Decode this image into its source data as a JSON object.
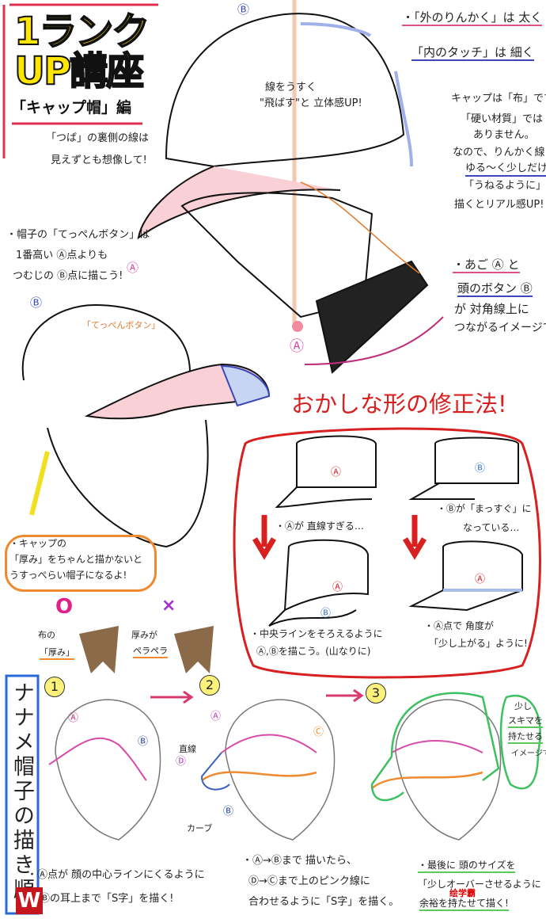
{
  "title": {
    "line1": "1ランク",
    "line2": "UP講座",
    "subtitle": "「キャップ帽」編"
  },
  "top_notes": {
    "outer": "・「外のりんかく」は 太く",
    "inner": "「内のタッチ」は 細く",
    "thin1": "線をうすく",
    "thin2": "\"飛ばす\"と 立体感UP!",
    "cloth1": "キャップは「布」です。",
    "cloth2": "「硬い材質」では",
    "cloth3": "ありません。",
    "cloth4": "なので、りんかく線は",
    "cloth5": "ゆる〜く少しだけ",
    "cloth6": "「うねるように」",
    "cloth7": "描くとリアル感UP!",
    "brim1": "「つば」の裏側の線は",
    "brim2": "見えずとも想像して!",
    "b_label": "Ⓑ"
  },
  "button_notes": {
    "l1": "・帽子の「てっぺんボタン」は",
    "l2": "1番高い Ⓐ点よりも",
    "l3": "つむじの Ⓑ点に描こう!",
    "a": "Ⓐ",
    "b": "Ⓑ",
    "tag": "「てっぺんボタン」"
  },
  "chin_notes": {
    "l1": "・あご Ⓐ と",
    "l2": "頭のボタン Ⓑ",
    "l3": "が 対角線上に",
    "l4": "つながるイメージで。",
    "a": "Ⓐ"
  },
  "fix": {
    "title": "おかしな形の修正法!",
    "bad_a": "・Ⓐが 直線すぎる…",
    "bad_b1": "・Ⓑが「まっすぐ」に",
    "bad_b2": "なっている…",
    "good_a1": "・中央ラインをそろえるように",
    "good_a2": "Ⓐ,Ⓑを描こう。(山なりに)",
    "good_b1": "・Ⓐ点で 角度が",
    "good_b2": "「少し上がる」ように!",
    "a": "Ⓐ",
    "b": "Ⓑ"
  },
  "thickness": {
    "l1": "・キャップの",
    "l2": "「厚み」をちゃんと描かないと",
    "l3": "うすっぺらい帽子になるよ!",
    "good": "O",
    "bad": "×",
    "good1": "布の",
    "good2": "「厚み」",
    "bad1": "厚みが",
    "bad2": "ペラペラ"
  },
  "steps": {
    "heading": "ナナメ帽子の描き順",
    "n1": "1",
    "n2": "2",
    "n3": "3",
    "a": "Ⓐ",
    "b": "Ⓑ",
    "c": "Ⓒ",
    "d": "Ⓓ",
    "straight": "直線",
    "curve": "カーブ",
    "gap1": "少し",
    "gap2": "スキマを",
    "gap3": "持たせる",
    "gap4": "イメージで!",
    "s1_l1": "・Ⓐ点が 顔の中心ラインにくるように",
    "s1_l2": "Ⓑの耳上まで「S字」を描く!",
    "s2_l1": "・Ⓐ→Ⓑまで 描いたら、",
    "s2_l2": "Ⓓ→Ⓒまで上のピンク線に",
    "s2_l3": "合わせるように「S字」を描く。",
    "s3_l1": "・最後に 頭のサイズを",
    "s3_l2": "「少しオーバーさせるように",
    "s3_l3": "余裕を持たせて描く!"
  },
  "watermark": {
    "logo": "W",
    "text": "绘学霸"
  },
  "colors": {
    "pink": "#e0508a",
    "blue": "#3a48b8",
    "red": "#d82020",
    "yellow": "#ffe600",
    "orange": "#f08a30",
    "green": "#3cc060"
  }
}
